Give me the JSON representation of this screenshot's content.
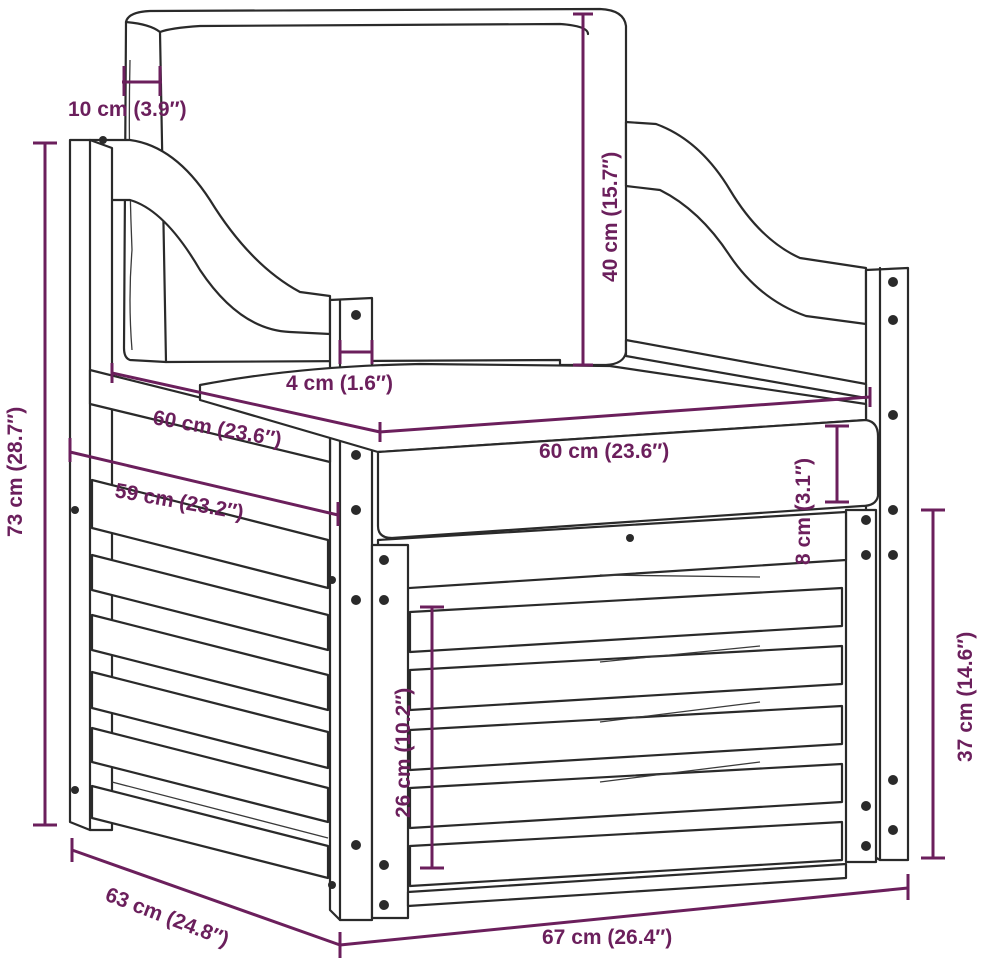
{
  "diagram": {
    "accent_color": "#6b1f5c",
    "line_color": "#2a2a2a",
    "dimensions": {
      "back_cushion_thickness": "10 cm (3.9″)",
      "back_cushion_height": "40 cm (15.7″)",
      "armrest_width": "4 cm (1.6″)",
      "seat_width_inner": "60 cm (23.6″)",
      "seat_depth": "60 cm (23.6″)",
      "inner_depth": "59 cm (23.2″)",
      "seat_cushion_thickness": "8 cm (3.1″)",
      "total_height": "73 cm (28.7″)",
      "seat_height": "37 cm (14.6″)",
      "storage_height": "26 cm (10.2″)",
      "total_depth": "63 cm (24.8″)",
      "total_width": "67 cm (26.4″)"
    }
  }
}
